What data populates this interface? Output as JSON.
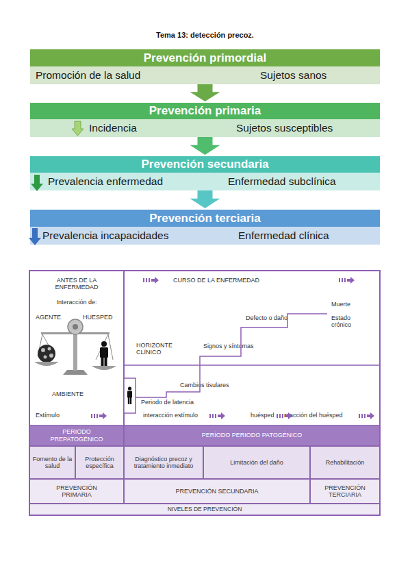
{
  "diagram": {
    "title": "Tema 13: detección precoz.",
    "nodes": [
      {
        "text": [
          "Prevención primordial"
        ]
      },
      {
        "text": [
          "Promoción de la salud",
          "Sujetos sanos"
        ]
      },
      {
        "text": [
          "Prevención primaria"
        ]
      },
      {
        "text": [
          "Incidencia",
          "Sujetos susceptibles"
        ]
      },
      {
        "text": [
          "Prevención secundaria"
        ]
      },
      {
        "text": [
          "Prevalencia enfermedad",
          "Enfermedad subclínica"
        ]
      },
      {
        "text": [
          "Prevención terciaria"
        ]
      },
      {
        "text": [
          "Prevalencia incapacidades",
          "Enfermedad clínica"
        ]
      },
      {
        "text": [
          "ANTES DE LA ENFERMEDAD",
          "Interacción de:",
          "AGENTE",
          "HUESPED",
          "AMBIENTE",
          "Estímulo"
        ]
      },
      {
        "text": [
          "CURSO DE LA ENFERMEDAD",
          "Muerte",
          "Estado crónico",
          "Defecto o daño",
          "Signos y síntomas",
          "HORIZONTE CLÍNICO",
          "Cambios tisulares",
          "Periodo de latencia",
          "interacción estímulo",
          "huésped",
          "reacción del huésped"
        ]
      },
      {
        "text": [
          "PERIODO PREPATOGÉNICO"
        ]
      },
      {
        "text": [
          "PERÍODO PERIODO PATOGÉNICO"
        ]
      },
      {
        "text": [
          "Fomento de la salud"
        ]
      },
      {
        "text": [
          "Protección específica"
        ]
      },
      {
        "text": [
          "Diagnóstico precoz y tratamiento inmediato"
        ]
      },
      {
        "text": [
          "Limitación del daño"
        ]
      },
      {
        "text": [
          "Rehabilitación"
        ]
      },
      {
        "text": [
          "PREVENCIÓN PRIMARIA"
        ]
      },
      {
        "text": [
          "PREVENCIÓN SECUNDARIA"
        ]
      },
      {
        "text": [
          "PREVENCIÓN TERCIARIA"
        ]
      },
      {
        "text": [
          "NIVELES DE PREVENCIÓN"
        ]
      }
    ],
    "edges": [
      {
        "from": 1,
        "to": 2,
        "arrow": "to"
      },
      {
        "from": 3,
        "to": 4,
        "arrow": "to"
      },
      {
        "from": 5,
        "to": 6,
        "arrow": "to"
      }
    ]
  }
}
